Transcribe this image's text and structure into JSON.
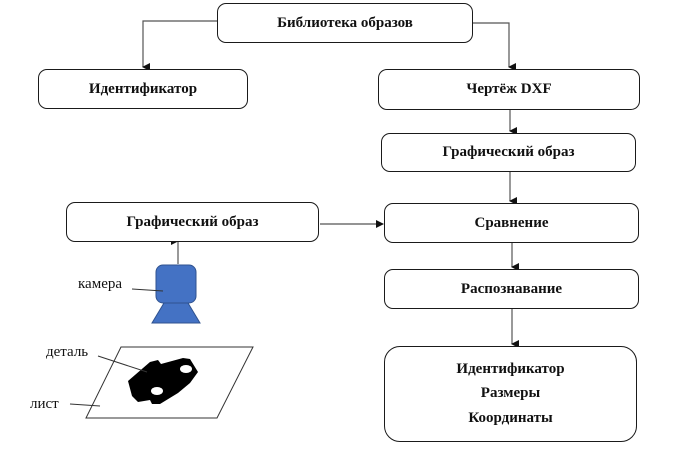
{
  "diagram": {
    "library": "Библиотека образов",
    "identifier_left": "Идентификатор",
    "drawing": "Чертёж DXF",
    "graphic_right": "Графический образ",
    "graphic_left": "Графический образ",
    "comparison": "Сравнение",
    "recognition": "Распознавание",
    "result": [
      "Идентификатор",
      "Размеры",
      "Координаты"
    ],
    "labels": {
      "camera": "камера",
      "part": "деталь",
      "sheet": "лист"
    },
    "colors": {
      "camera": "#4472C4",
      "camera_stroke": "#2F528F",
      "part": "#000000",
      "line": "#555555"
    }
  }
}
